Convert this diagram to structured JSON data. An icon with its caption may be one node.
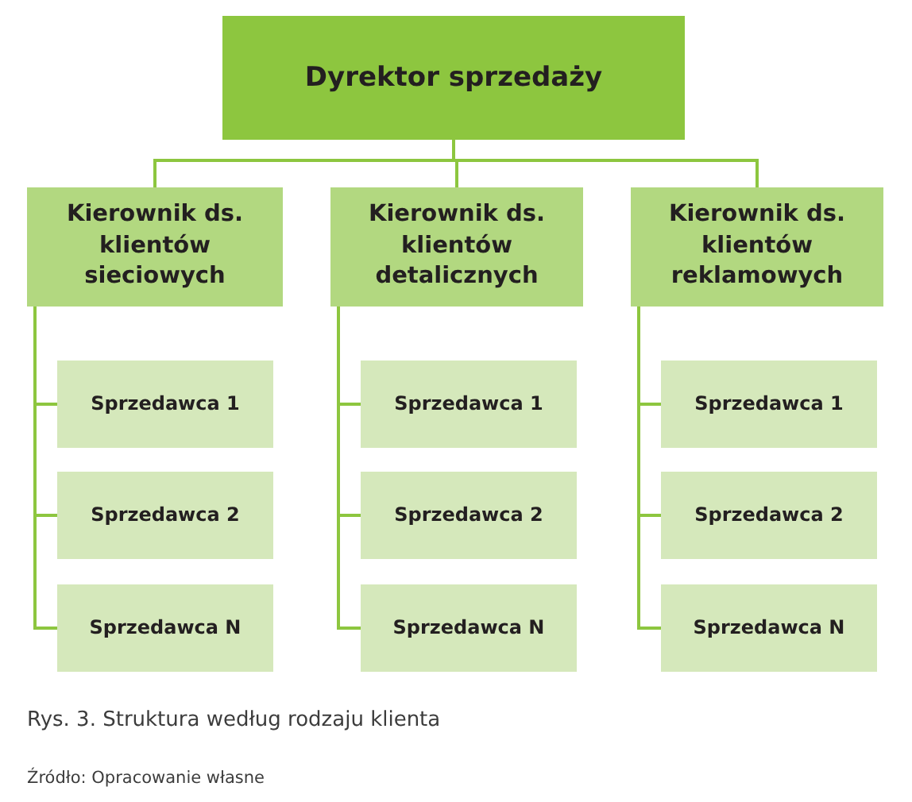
{
  "diagram": {
    "caption": "Rys. 3. Struktura według rodzaju klienta",
    "nodes": [
      {
        "text": [
          "Dyrektor sprzedaży"
        ]
      },
      {
        "text": [
          "Kierownik ds. klientów sieciowych"
        ]
      },
      {
        "text": [
          "Sprzedawca 1"
        ]
      },
      {
        "text": [
          "Sprzedawca 2"
        ]
      },
      {
        "text": [
          "Sprzedawca N"
        ]
      },
      {
        "text": [
          "Kierownik ds. klientów detalicznych"
        ]
      },
      {
        "text": [
          "Sprzedawca 1"
        ]
      },
      {
        "text": [
          "Sprzedawca 2"
        ]
      },
      {
        "text": [
          "Sprzedawca N"
        ]
      },
      {
        "text": [
          "Kierownik ds. klientów reklamowych"
        ]
      },
      {
        "text": [
          "Sprzedawca 1"
        ]
      },
      {
        "text": [
          "Sprzedawca 2"
        ]
      },
      {
        "text": [
          "Sprzedawca N"
        ]
      }
    ],
    "edges": [
      {
        "from": 0,
        "to": 1,
        "arrow": "none"
      },
      {
        "from": 0,
        "to": 5,
        "arrow": "none"
      },
      {
        "from": 0,
        "to": 9,
        "arrow": "none"
      },
      {
        "from": 1,
        "to": 2,
        "arrow": "none"
      },
      {
        "from": 1,
        "to": 3,
        "arrow": "none"
      },
      {
        "from": 1,
        "to": 4,
        "arrow": "none"
      },
      {
        "from": 5,
        "to": 6,
        "arrow": "none"
      },
      {
        "from": 5,
        "to": 7,
        "arrow": "none"
      },
      {
        "from": 5,
        "to": 8,
        "arrow": "none"
      },
      {
        "from": 9,
        "to": 10,
        "arrow": "none"
      },
      {
        "from": 9,
        "to": 11,
        "arrow": "none"
      },
      {
        "from": 9,
        "to": 12,
        "arrow": "none"
      }
    ],
    "labels": [
      "Źródło: Opracowanie własne"
    ]
  }
}
